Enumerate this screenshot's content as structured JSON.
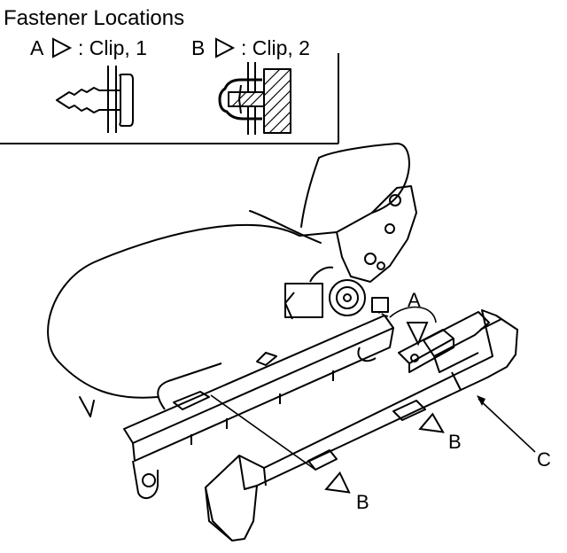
{
  "title": "Fastener Locations",
  "legend": {
    "a": {
      "letter": "A",
      "text": ": Clip, 1"
    },
    "b": {
      "letter": "B",
      "text": ": Clip, 2"
    }
  },
  "callouts": {
    "a": "A",
    "b_upper": "B",
    "b_lower": "B",
    "c": "C"
  }
}
